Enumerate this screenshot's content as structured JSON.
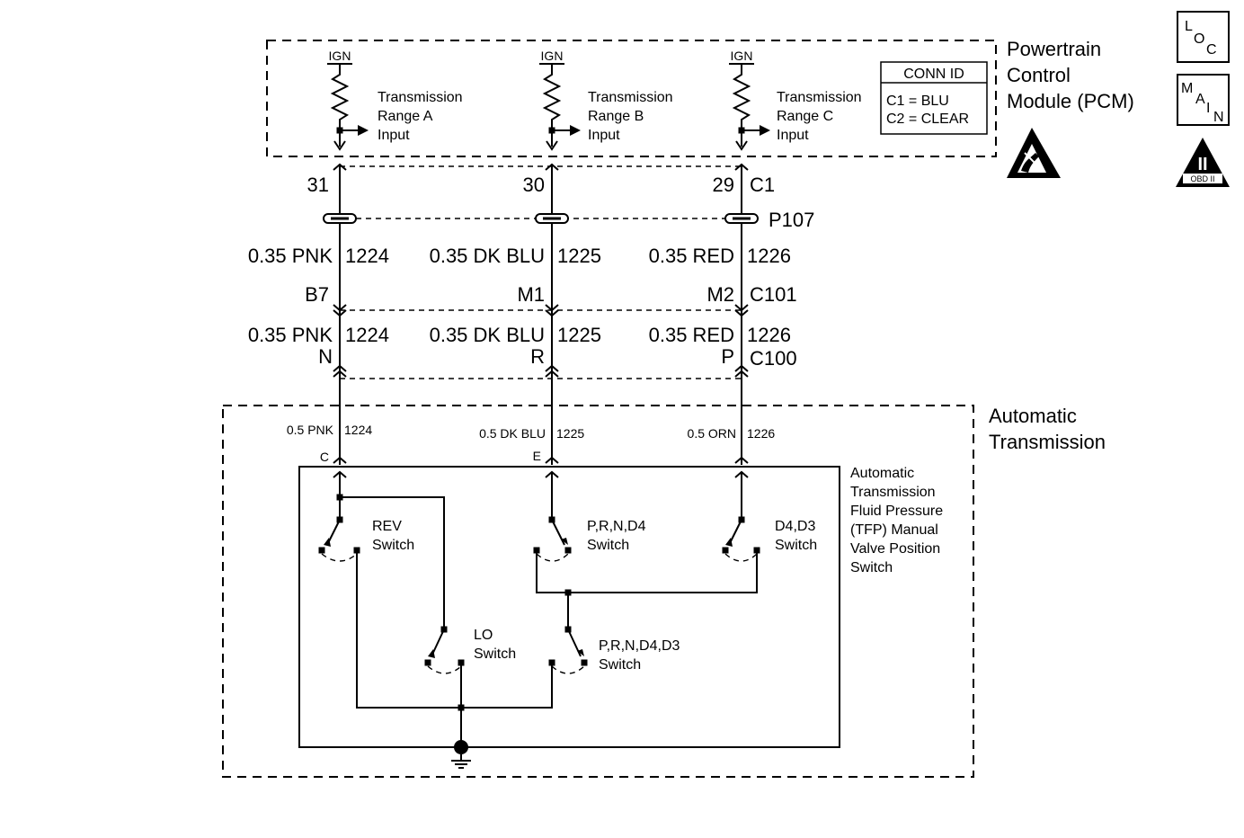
{
  "pcm": {
    "title_line1": "Powertrain",
    "title_line2": "Control",
    "title_line3": "Module (PCM)",
    "ign": "IGN",
    "inputs": [
      {
        "line1": "Transmission",
        "line2": "Range A",
        "line3": "Input"
      },
      {
        "line1": "Transmission",
        "line2": "Range B",
        "line3": "Input"
      },
      {
        "line1": "Transmission",
        "line2": "Range C",
        "line3": "Input"
      }
    ],
    "conn_id": {
      "title": "CONN ID",
      "row1": "C1 = BLU",
      "row2": "C2 = CLEAR"
    }
  },
  "badges": {
    "loc": {
      "l": "L",
      "o": "O",
      "c": "C"
    },
    "main": {
      "m": "M",
      "a": "A",
      "i": "I",
      "n": "N"
    },
    "obd": {
      "numeral": "II",
      "label": "OBD II"
    }
  },
  "circuits": [
    {
      "pcm_pin": "31",
      "mid_wire": "0.35 PNK",
      "circuit": "1224",
      "c101_pin": "B7",
      "c100_wire": "0.35 PNK",
      "c100_pin": "N",
      "trans_wire": "0.5 PNK",
      "trans_pin": "C"
    },
    {
      "pcm_pin": "30",
      "mid_wire": "0.35 DK BLU",
      "circuit": "1225",
      "c101_pin": "M1",
      "c100_wire": "0.35 DK BLU",
      "c100_pin": "R",
      "trans_wire": "0.5 DK BLU",
      "trans_pin": "E"
    },
    {
      "pcm_pin": "29",
      "mid_wire": "0.35 RED",
      "circuit": "1226",
      "c101_pin": "M2",
      "c100_wire": "0.35 RED",
      "c100_pin": "P",
      "trans_wire": "0.5 ORN",
      "trans_pin": ""
    }
  ],
  "connectors": {
    "c1": "C1",
    "p107": "P107",
    "c101": "C101",
    "c100": "C100"
  },
  "transmission": {
    "title_line1": "Automatic",
    "title_line2": "Transmission",
    "tfp_lines": [
      "Automatic",
      "Transmission",
      "Fluid Pressure",
      "(TFP) Manual",
      "Valve Position",
      "Switch"
    ]
  },
  "switches": {
    "rev": {
      "line1": "REV",
      "line2": "Switch"
    },
    "prnd4": {
      "line1": "P,R,N,D4",
      "line2": "Switch"
    },
    "d4d3": {
      "line1": "D4,D3",
      "line2": "Switch"
    },
    "lo": {
      "line1": "LO",
      "line2": "Switch"
    },
    "prnd4d3": {
      "line1": "P,R,N,D4,D3",
      "line2": "Switch"
    }
  }
}
